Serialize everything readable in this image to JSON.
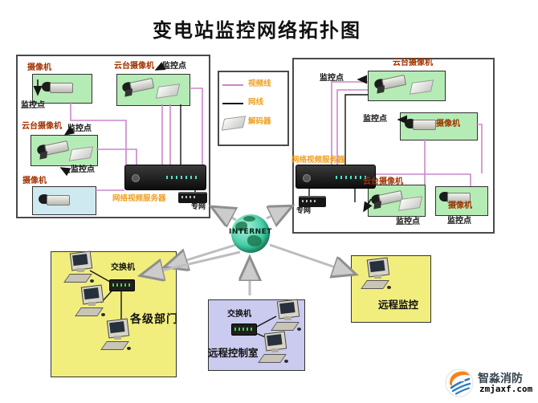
{
  "title": "变电站监控网络拓扑图",
  "labels": {
    "camera": "摄像机",
    "ptz_camera": "云台摄像机",
    "monitor_point": "监控点",
    "video_server": "网络视频服务器",
    "private_net": "专网",
    "switch": "交换机",
    "departments": "各级部门",
    "remote_control_room": "远程控制室",
    "remote_monitor": "远程监控"
  },
  "legend": {
    "video_line": "视频线",
    "net_line": "网线",
    "decoder": "解码器"
  },
  "internet": {
    "label": "INTERNET"
  },
  "logo": {
    "company": "智淼消防",
    "domain": "zmjaxf.com"
  },
  "colors": {
    "video_line": "#cc85cc",
    "net_line": "#141414",
    "camera_label": "#a03300",
    "server_label": "#efa020",
    "green_box": "#b5ecb5",
    "blue_box": "#cfe9f0",
    "yellow_box": "#f1ee7e",
    "purple_box": "#cbcbf0",
    "globe": "#3cc9a0",
    "logo_orange": "#f5821f",
    "logo_blue": "#2b7bbf"
  }
}
